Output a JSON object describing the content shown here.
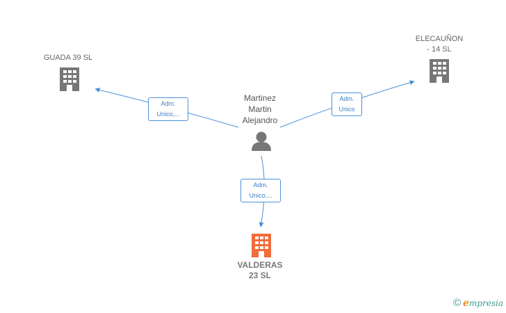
{
  "nodes": {
    "guada": {
      "label": "GUADA 39  SL",
      "icon": "building-icon",
      "color": "#777777"
    },
    "elecaunon": {
      "label": "ELECAUÑON\n-  14  SL",
      "icon": "building-icon",
      "color": "#777777"
    },
    "person": {
      "label": "Martinez\nMartin\nAlejandro",
      "icon": "person-icon",
      "color": "#777777"
    },
    "valderas": {
      "label": "VALDERAS\n23  SL",
      "icon": "building-icon",
      "color": "#f26b3a"
    }
  },
  "edges": {
    "to_guada": {
      "label": "Adm.\nUnico,..."
    },
    "to_elecaunon": {
      "label": "Adm.\nUnico"
    },
    "to_valderas": {
      "label": "Adm.\nUnico,..."
    }
  },
  "colors": {
    "edge": "#4a90d9"
  },
  "footer": {
    "copyright": "©",
    "brand_first": "e",
    "brand_rest": "mpresia"
  }
}
